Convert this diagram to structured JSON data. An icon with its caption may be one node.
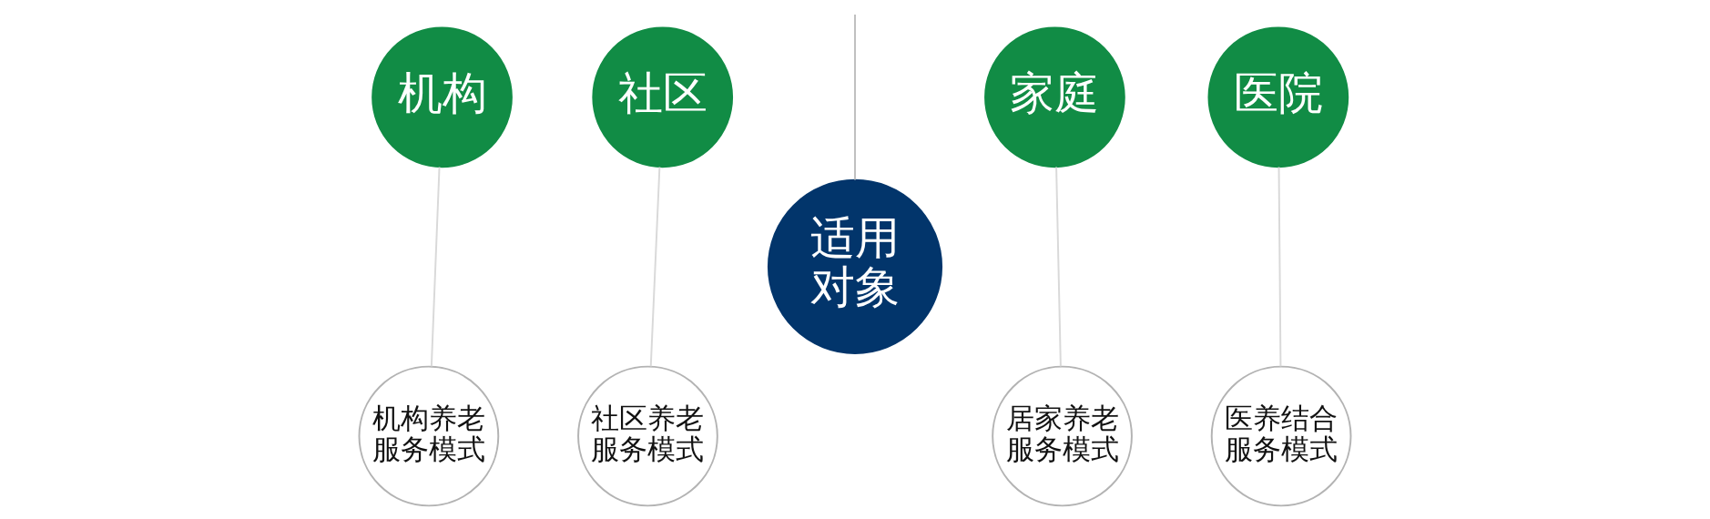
{
  "diagram": {
    "nodes": [
      {
        "text": [
          "机构"
        ]
      },
      {
        "text": [
          "社区"
        ]
      },
      {
        "text": [
          "家庭"
        ]
      },
      {
        "text": [
          "医院"
        ]
      },
      {
        "text": [
          "适用对象"
        ]
      },
      {
        "text": [
          "机构养老服务模式"
        ]
      },
      {
        "text": [
          "社区养老服务模式"
        ]
      },
      {
        "text": [
          "居家养老服务模式"
        ]
      },
      {
        "text": [
          "医养结合服务模式"
        ]
      }
    ],
    "edges": [
      {
        "from": null,
        "to": 4,
        "arrow": "none",
        "color": "#bfbfbf"
      },
      {
        "from": 0,
        "to": 5,
        "arrow": "none"
      },
      {
        "from": 1,
        "to": 6,
        "arrow": "none"
      },
      {
        "from": 2,
        "to": 7,
        "arrow": "none"
      },
      {
        "from": 3,
        "to": 8,
        "arrow": "none"
      }
    ]
  }
}
